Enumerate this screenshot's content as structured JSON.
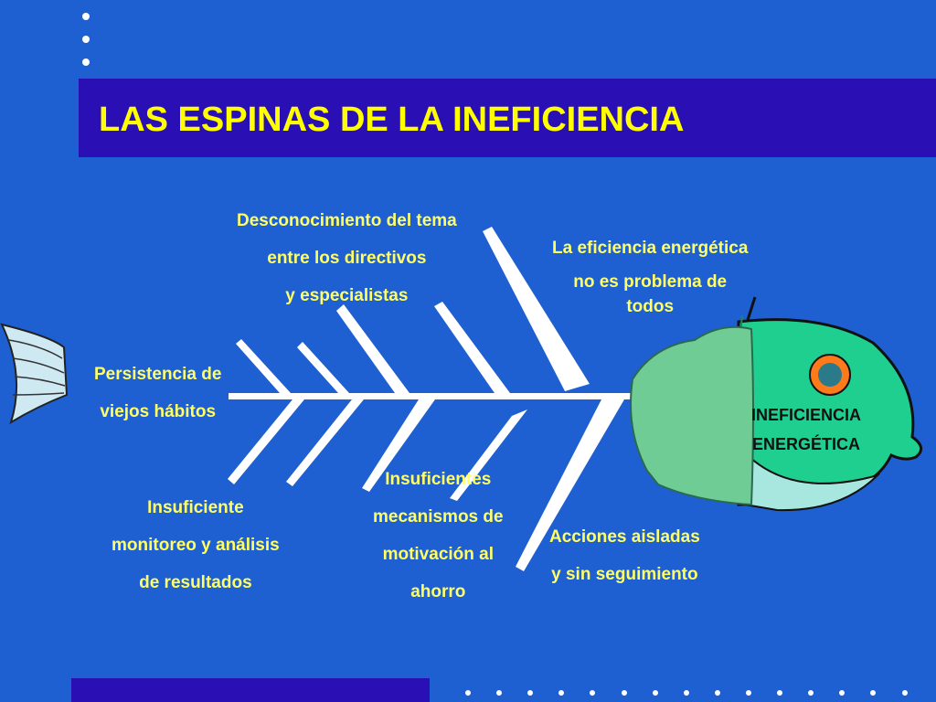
{
  "title": "LAS ESPINAS DE LA INEFICIENCIA",
  "causes": {
    "top_left": [
      "Persistencia de",
      "viejos hábitos"
    ],
    "top_middle": [
      "Desconocimiento del tema",
      "entre los directivos",
      "y especialistas"
    ],
    "top_right": [
      "La eficiencia energética",
      "no es problema de",
      "todos"
    ],
    "bottom_left": [
      "Insuficiente",
      "monitoreo y análisis",
      "de resultados"
    ],
    "bottom_middle": [
      "Insuficientes",
      "mecanismos de",
      "motivación al",
      "ahorro"
    ],
    "bottom_right": [
      "Acciones aisladas",
      "y sin  seguimiento"
    ]
  },
  "effect": [
    "INEFICIENCIA",
    "ENERGÉTICA"
  ],
  "colors": {
    "background": "#1e5fd1",
    "title_bar": "#2a10b4",
    "title_text": "#ffff00",
    "label_text": "#ffff66",
    "fish_head": "#1fcf8f",
    "fish_cap": "#6fcc94",
    "bones": "#ffffff"
  }
}
